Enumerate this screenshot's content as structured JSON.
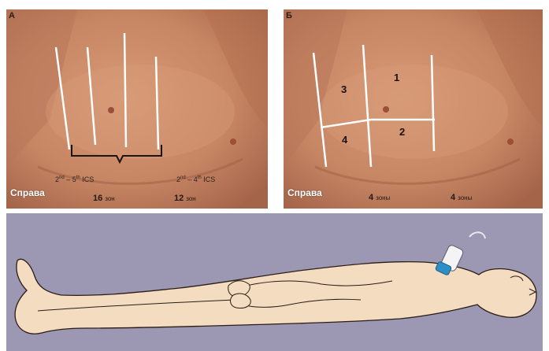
{
  "panel_a": {
    "letter": "A",
    "side_label": "Справа",
    "ics_left": {
      "prefix": "2",
      "sup1": "nd",
      "mid": " – 5",
      "sup2": "th",
      "suffix": " ICS"
    },
    "ics_right": {
      "prefix": "2",
      "sup1": "nd",
      "mid": " – 4",
      "sup2": "th",
      "suffix": " ICS"
    },
    "zones_left": {
      "number": "16",
      "unit": "зон"
    },
    "zones_right": {
      "number": "12",
      "unit": "зон"
    }
  },
  "panel_b": {
    "letter": "Б",
    "side_label": "Справа",
    "zone_labels": [
      "1",
      "2",
      "3",
      "4"
    ],
    "zones_left": {
      "number": "4",
      "unit": "зоны"
    },
    "zones_right": {
      "number": "4",
      "unit": "зоны"
    }
  },
  "colors": {
    "skin": "#c98a68",
    "skin_shadow": "#a8694d",
    "body_fill": "#f3dcc0",
    "probe": "#2f8fc4",
    "background_bottom": "#9c97b3"
  }
}
